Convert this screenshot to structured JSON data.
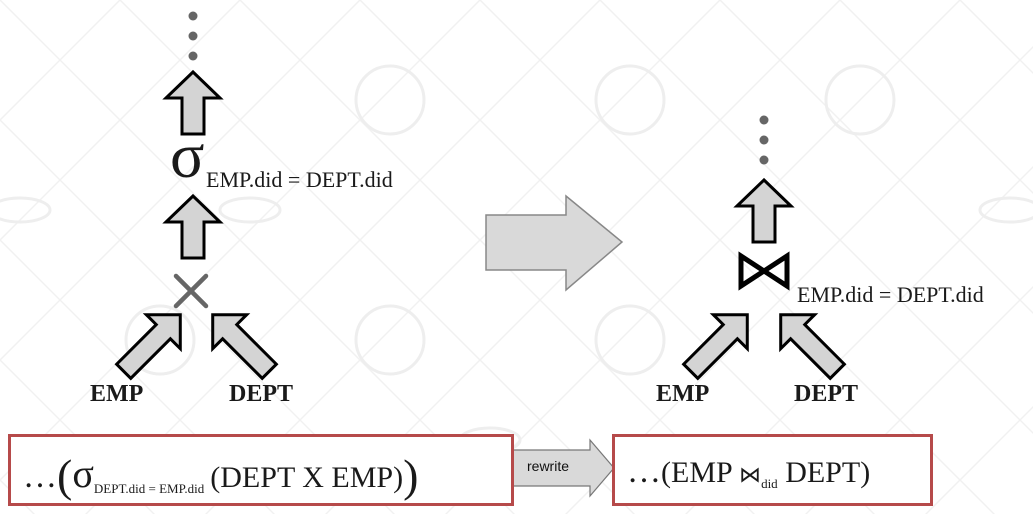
{
  "colors": {
    "arrow_fill": "#d4d4d4",
    "arrow_stroke": "#000000",
    "box_border": "#b64a4a",
    "dots": "#666666",
    "cross": "#666666"
  },
  "left_tree": {
    "ellipsis_icon": "vertical-ellipsis-icon",
    "select_symbol": "σ",
    "select_predicate": "EMP.did = DEPT.did",
    "product_symbol": "×",
    "left_input": "EMP",
    "right_input": "DEPT"
  },
  "transform_icon": "right-arrow-icon",
  "right_tree": {
    "ellipsis_icon": "vertical-ellipsis-icon",
    "join_icon": "bowtie-join-icon",
    "join_predicate": "EMP.did = DEPT.did",
    "left_input": "EMP",
    "right_input": "DEPT"
  },
  "formula_before": {
    "ellipsis": "…",
    "open_paren": "(",
    "sigma": "σ",
    "subscript": "DEPT.did = EMP.did",
    "inner": "(DEPT X EMP)",
    "close_paren": ")"
  },
  "rewrite_button": {
    "label": "rewrite"
  },
  "formula_after": {
    "ellipsis": "…",
    "open_paren": "(EMP ",
    "join_symbol": "⋈",
    "subscript": "did",
    "close": " DEPT)"
  }
}
